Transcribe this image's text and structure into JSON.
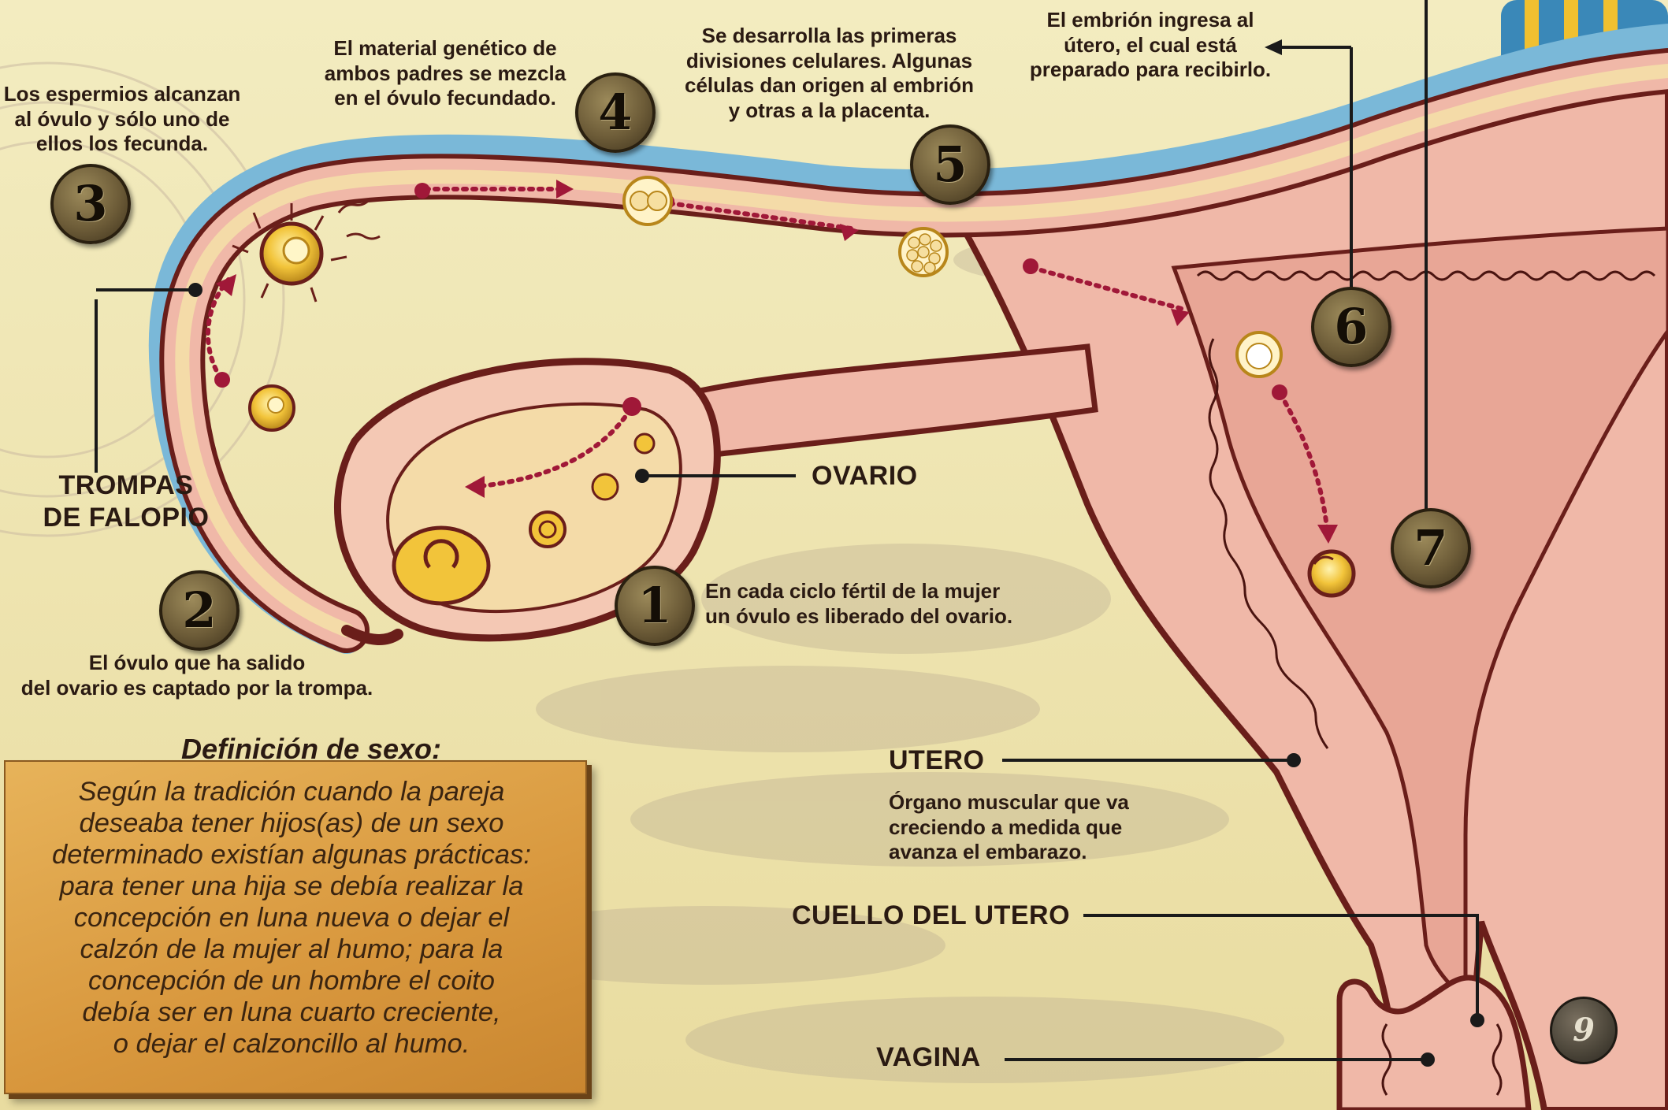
{
  "captions": {
    "step1": "En cada ciclo fértil de la mujer\nun óvulo es liberado del ovario.",
    "step2": "El óvulo que ha salido\ndel ovario es captado por la trompa.",
    "step3": "Los espermios alcanzan\nal óvulo y sólo uno de\nellos los fecunda.",
    "step4": "El material genético de\nambos padres se mezcla\nen el óvulo fecundado.",
    "step5": "Se desarrolla las primeras\ndivisiones celulares. Algunas\ncélulas dan origen al embrión\ny otras a la placenta.",
    "step6": "El embrión ingresa al\nútero, el cual está\npreparado para recibirlo.",
    "utero_desc": "Órgano muscular que va\ncreciendo a medida que\navanza el embarazo."
  },
  "labels": {
    "trompas": "TROMPAS\nDE FALOPIO",
    "ovario": "OVARIO",
    "utero": "UTERO",
    "cuello": "CUELLO DEL UTERO",
    "vagina": "VAGINA"
  },
  "badges": [
    "1",
    "2",
    "3",
    "4",
    "5",
    "6",
    "7"
  ],
  "sex_box": {
    "title": "Definición de sexo:",
    "body": "Según la tradición cuando la pareja\ndeseaba tener hijos(as) de un sexo\ndeterminado existían algunas prácticas:\npara tener una hija se debía realizar la\nconcepción en luna nueva o dejar el\ncalzón de la mujer al humo; para la\nconcepción de un hombre el coito\ndebía ser en luna cuarto creciente,\no dejar el calzoncillo al humo."
  },
  "page_number": "9",
  "colors": {
    "background": "#efe6b0",
    "tissue": "#f0b8a8",
    "tissue_dark": "#e49e8e",
    "outline": "#6a1e1a",
    "membrane_blue": "#7ab8d8",
    "ovum": "#f2c43a",
    "arrow_dots": "#a01838",
    "box_fill": "#d8973d"
  }
}
